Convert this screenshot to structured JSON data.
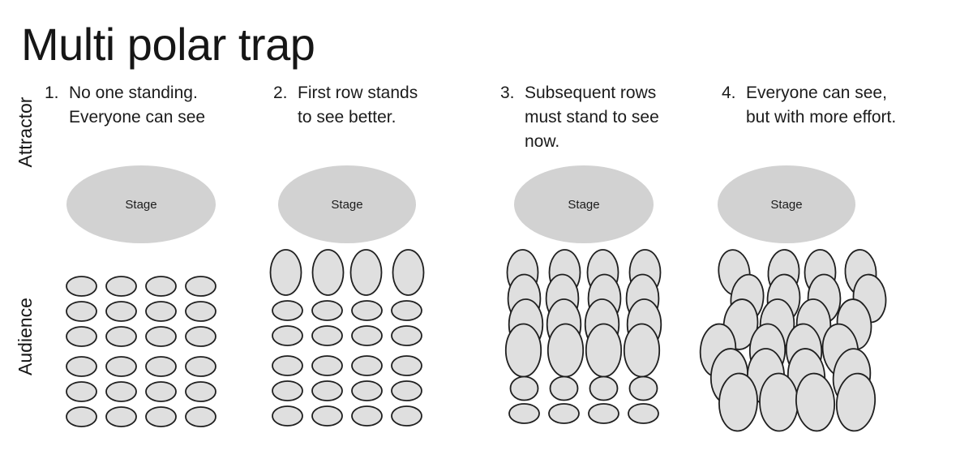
{
  "title": "Multi polar trap",
  "axis_labels": {
    "attractor": "Attractor",
    "audience": "Audience"
  },
  "colors": {
    "stage_fill": "#d2d2d2",
    "person_fill": "#dfdfdf",
    "person_stroke": "#1f1f1f",
    "text": "#161616"
  },
  "panels": [
    {
      "number": "1.",
      "caption_lines": [
        "No one standing.",
        "Everyone can see"
      ],
      "stage_label": "Stage",
      "columns": 4,
      "rows": [
        "sitting",
        "sitting",
        "sitting",
        "sitting",
        "sitting",
        "sitting"
      ],
      "jumbled": false
    },
    {
      "number": "2.",
      "caption_lines": [
        "First row stands",
        "to see better."
      ],
      "stage_label": "Stage",
      "columns": 4,
      "rows": [
        "standing",
        "sitting",
        "sitting",
        "sitting",
        "sitting",
        "sitting"
      ],
      "jumbled": false
    },
    {
      "number": "3.",
      "caption_lines": [
        "Subsequent rows",
        "must stand to see",
        "now."
      ],
      "stage_label": "Stage",
      "columns": 4,
      "rows": [
        "standing",
        "standing",
        "standing",
        "standing",
        "sitting",
        "sitting"
      ],
      "jumbled": false
    },
    {
      "number": "4.",
      "caption_lines": [
        "Everyone can see,",
        "but with more effort."
      ],
      "stage_label": "Stage",
      "columns": 4,
      "rows": [
        "standing",
        "standing",
        "standing",
        "standing",
        "standing",
        "standing"
      ],
      "jumbled": true
    }
  ]
}
